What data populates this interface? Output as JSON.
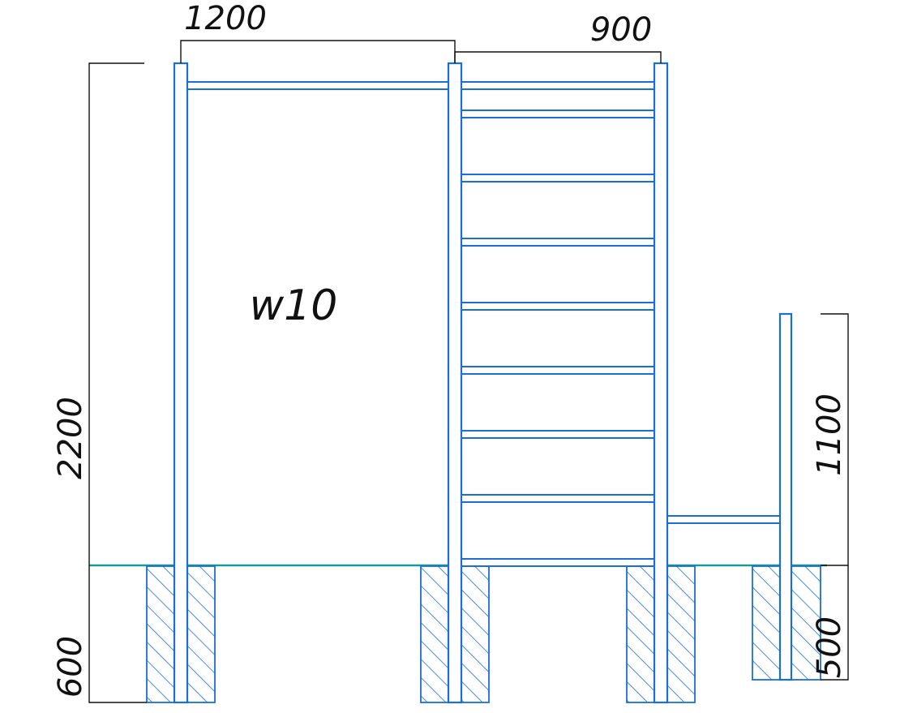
{
  "dimensions": {
    "width_left": "1200",
    "width_right": "900",
    "height_total": "2200",
    "height_bar": "1100",
    "depth_main": "600",
    "depth_bar": "500"
  },
  "label": "w10",
  "colors": {
    "pipe": "#1a6fd6",
    "ground": "#1a9a94",
    "dimension": "#111111",
    "hatch": "#1a6fd6"
  },
  "ladder": {
    "rungs": 8
  }
}
